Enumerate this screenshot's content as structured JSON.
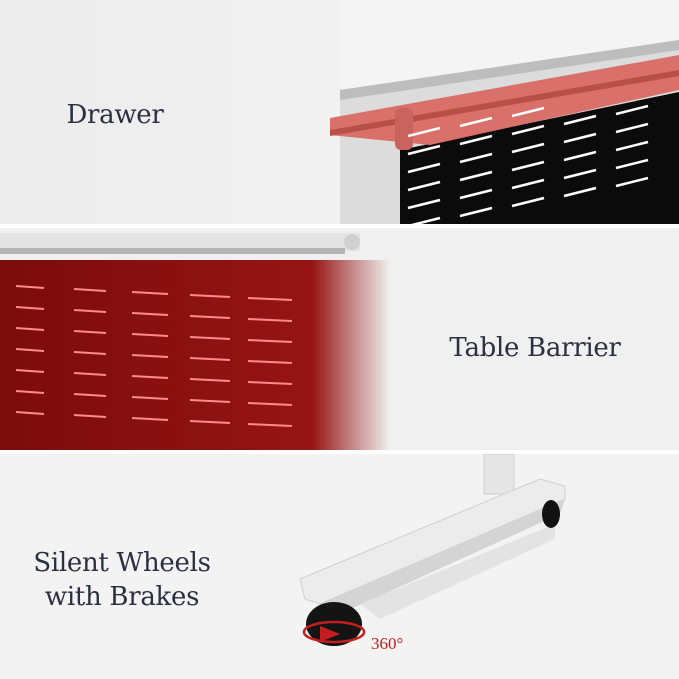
{
  "features": [
    {
      "title": "Drawer"
    },
    {
      "title": "Table Barrier"
    },
    {
      "title": "Silent Wheels with Brakes",
      "lines": [
        "Silent Wheels",
        "with Brakes"
      ],
      "rotation_label": "360°"
    }
  ],
  "colors": {
    "text": "#2b3040",
    "barrier_red": "#8c1010",
    "drawer_red": "#d9706a",
    "rotation_red": "#c41e1e"
  }
}
